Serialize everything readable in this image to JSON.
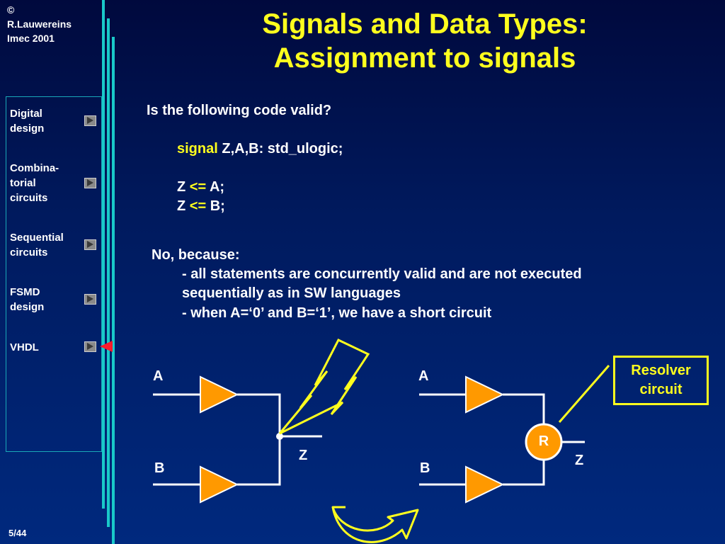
{
  "copyright": {
    "line1": "©",
    "line2": "R.Lauwereins",
    "line3": "Imec 2001"
  },
  "title": {
    "line1": "Signals and Data Types:",
    "line2": "Assignment to signals"
  },
  "nav": {
    "items": [
      {
        "lines": [
          "Digital",
          "design"
        ]
      },
      {
        "lines": [
          "Combina-",
          "torial",
          "circuits"
        ]
      },
      {
        "lines": [
          "Sequential",
          "circuits"
        ]
      },
      {
        "lines": [
          "FSMD",
          "design"
        ]
      },
      {
        "lines": [
          "VHDL"
        ]
      }
    ]
  },
  "content": {
    "question": "Is the following code valid?",
    "code": {
      "keyword": "signal",
      "decl_rest": " Z,A,B: std_ulogic;",
      "assign1_lhs": "Z ",
      "assign1_op": "<=",
      "assign1_rhs": " A;",
      "assign2_lhs": "Z ",
      "assign2_op": "<=",
      "assign2_rhs": " B;"
    },
    "answer": {
      "intro": "No, because:",
      "point1_line1": "- all statements are concurrently valid and are not executed",
      "point1_line2": "sequentially as in SW languages",
      "point2": "- when A=‘0’ and B=‘1’, we have a short circuit"
    }
  },
  "diagram": {
    "left": {
      "input_a": "A",
      "input_b": "B",
      "output": "Z"
    },
    "right": {
      "input_a": "A",
      "input_b": "B",
      "output": "Z",
      "resolver_symbol": "R"
    },
    "resolver_label_line1": "Resolver",
    "resolver_label_line2": "circuit",
    "colors": {
      "gate_fill": "#ff9900",
      "accent": "#ffff1e",
      "wire": "#ffffff"
    }
  },
  "footer": {
    "page": "5/44"
  }
}
